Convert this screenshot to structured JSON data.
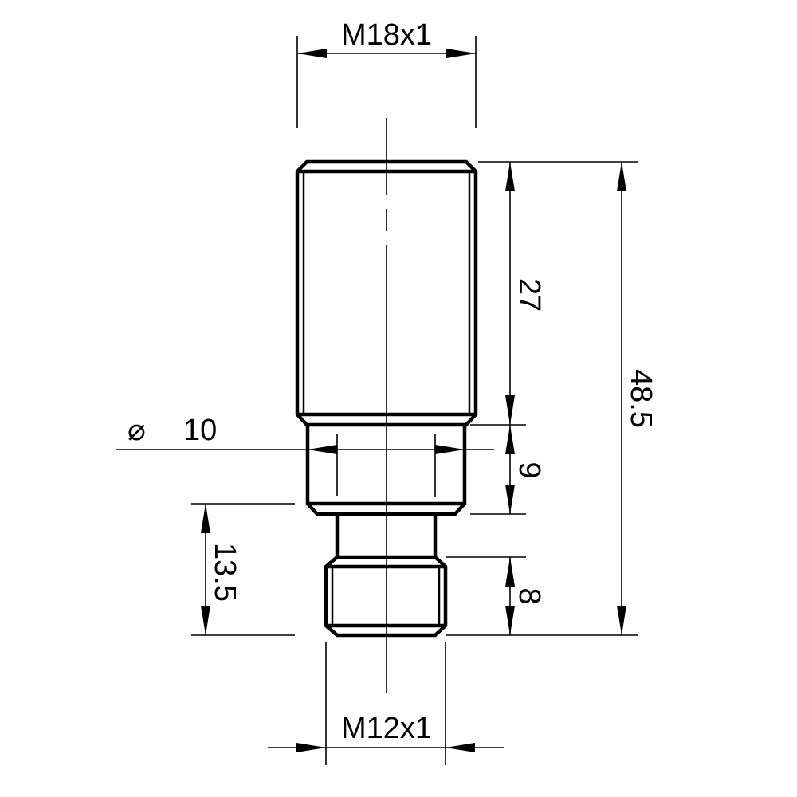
{
  "drawing": {
    "thread_top": "M18x1",
    "thread_bottom": "M12x1",
    "diameter_symbol": "⌀",
    "diameter_value": "10",
    "dim_upper_body": "27",
    "dim_collar": "9",
    "dim_lower_thread": "8",
    "dim_total": "48.5",
    "dim_lower_section": "13.5"
  }
}
